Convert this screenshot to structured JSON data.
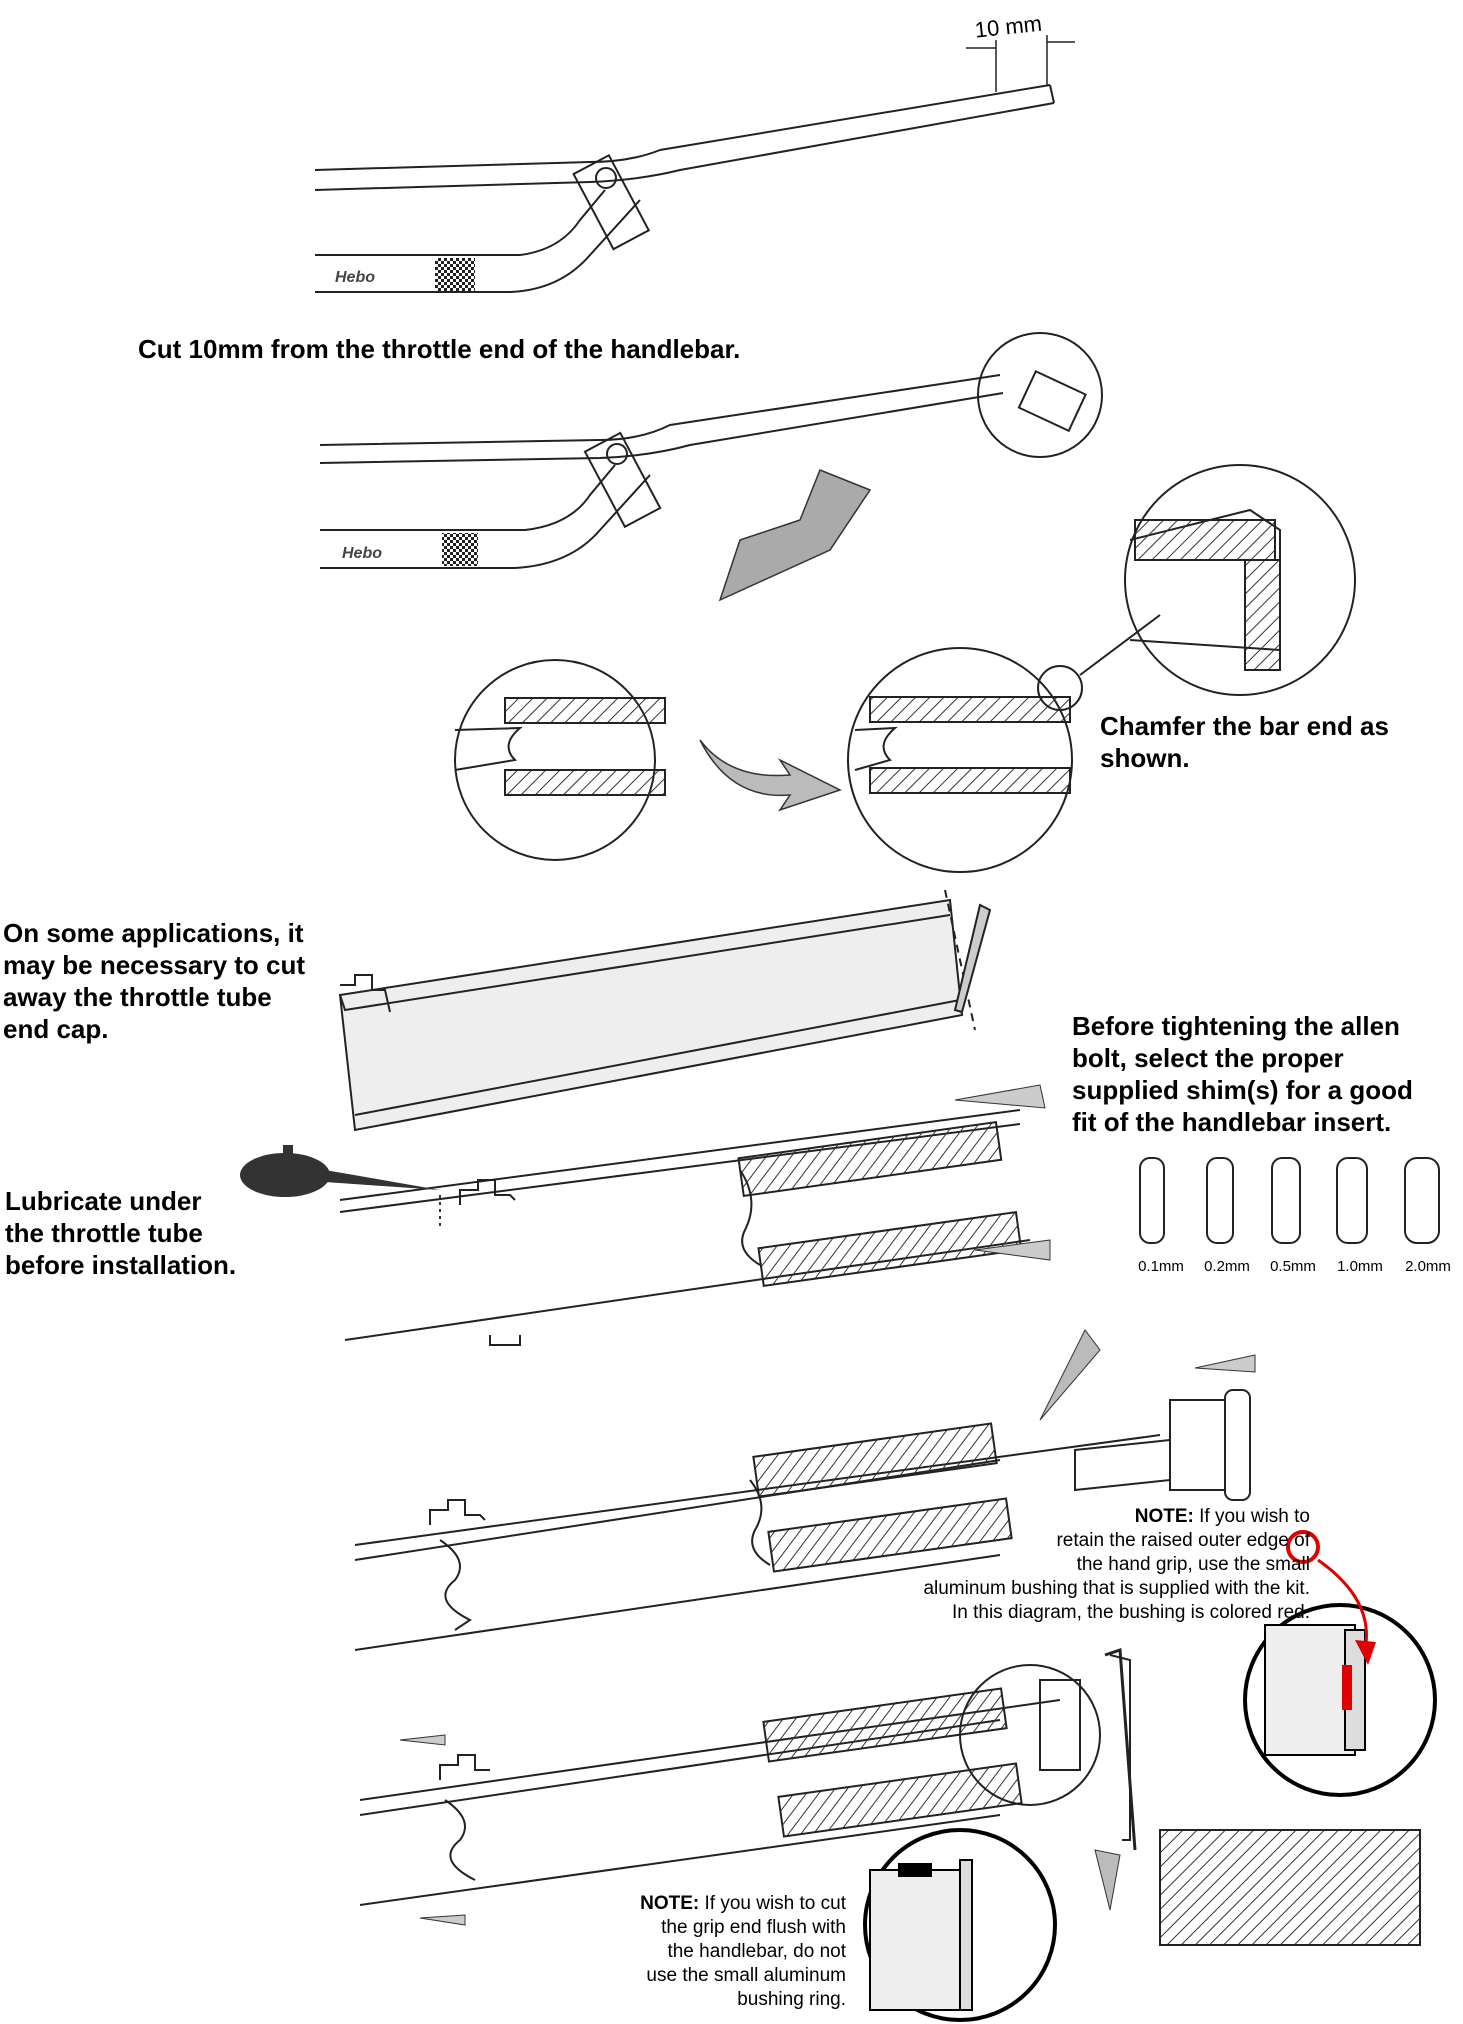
{
  "dimension_label": "10 mm",
  "logo_text": "Hebo",
  "instructions": {
    "cut_handlebar": "Cut 10mm from the throttle end of the handlebar.",
    "chamfer": "Chamfer the bar end as\nshown.",
    "cut_end_cap": "On some applications, it\nmay be necessary to cut\naway the throttle tube\nend cap.",
    "shims": "Before tightening the allen\nbolt, select the proper\nsupplied shim(s) for a good\nfit of the handlebar insert.",
    "lubricate": "Lubricate under\nthe throttle tube\nbefore installation."
  },
  "shims": [
    "0.1mm",
    "0.2mm",
    "0.5mm",
    "1.0mm",
    "2.0mm"
  ],
  "note_bushing": {
    "lead": "NOTE:",
    "body": " If you wish to\nretain the raised outer edge of\nthe hand grip, use the small\naluminum bushing that is supplied with the kit.\nIn this diagram, the bushing is colored red."
  },
  "note_flush": {
    "lead": "NOTE:",
    "body": " If you wish to cut\nthe grip end flush with\nthe handlebar, do not\nuse the small aluminum\nbushing ring."
  },
  "colors": {
    "ink": "#000000",
    "accent": "#e00000",
    "hatch": "#444444"
  }
}
